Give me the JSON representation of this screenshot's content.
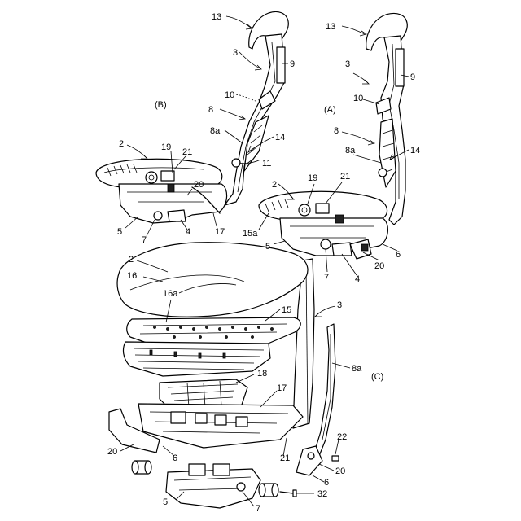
{
  "figure": {
    "view_labels": {
      "b": "(B)",
      "a": "(A)",
      "c": "(C)"
    },
    "callouts": [
      {
        "id": "b-13",
        "text": "13"
      },
      {
        "id": "b-3",
        "text": "3"
      },
      {
        "id": "b-9",
        "text": "9"
      },
      {
        "id": "b-10",
        "text": "10"
      },
      {
        "id": "b-8",
        "text": "8"
      },
      {
        "id": "b-8a",
        "text": "8a"
      },
      {
        "id": "b-14",
        "text": "14"
      },
      {
        "id": "b-11",
        "text": "11"
      },
      {
        "id": "b-2",
        "text": "2"
      },
      {
        "id": "b-19",
        "text": "19"
      },
      {
        "id": "b-21",
        "text": "21"
      },
      {
        "id": "b-20",
        "text": "20"
      },
      {
        "id": "b-5",
        "text": "5"
      },
      {
        "id": "b-7",
        "text": "7"
      },
      {
        "id": "b-4",
        "text": "4"
      },
      {
        "id": "b-17",
        "text": "17"
      },
      {
        "id": "a-13",
        "text": "13"
      },
      {
        "id": "a-3",
        "text": "3"
      },
      {
        "id": "a-9",
        "text": "9"
      },
      {
        "id": "a-10",
        "text": "10"
      },
      {
        "id": "a-8",
        "text": "8"
      },
      {
        "id": "a-8a",
        "text": "8a"
      },
      {
        "id": "a-14",
        "text": "14"
      },
      {
        "id": "a-2",
        "text": "2"
      },
      {
        "id": "a-19",
        "text": "19"
      },
      {
        "id": "a-21",
        "text": "21"
      },
      {
        "id": "a-15a",
        "text": "15a"
      },
      {
        "id": "a-5",
        "text": "5"
      },
      {
        "id": "a-7",
        "text": "7"
      },
      {
        "id": "a-4",
        "text": "4"
      },
      {
        "id": "a-20",
        "text": "20"
      },
      {
        "id": "a-6",
        "text": "6"
      },
      {
        "id": "c-2",
        "text": "2"
      },
      {
        "id": "c-16",
        "text": "16"
      },
      {
        "id": "c-16a",
        "text": "16a"
      },
      {
        "id": "c-15",
        "text": "15"
      },
      {
        "id": "c-3",
        "text": "3"
      },
      {
        "id": "c-8a",
        "text": "8a"
      },
      {
        "id": "c-18",
        "text": "18"
      },
      {
        "id": "c-17",
        "text": "17"
      },
      {
        "id": "c-20l",
        "text": "20"
      },
      {
        "id": "c-6l",
        "text": "6"
      },
      {
        "id": "c-21",
        "text": "21"
      },
      {
        "id": "c-22",
        "text": "22"
      },
      {
        "id": "c-20r",
        "text": "20"
      },
      {
        "id": "c-6r",
        "text": "6"
      },
      {
        "id": "c-5",
        "text": "5"
      },
      {
        "id": "c-32",
        "text": "32"
      },
      {
        "id": "c-7",
        "text": "7"
      }
    ]
  }
}
